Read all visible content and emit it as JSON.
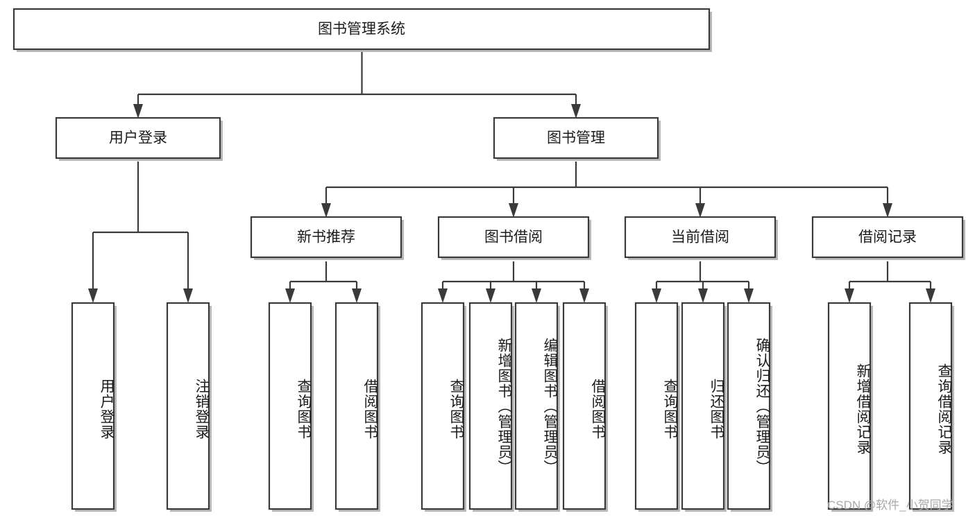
{
  "diagram": {
    "title": "图书管理系统",
    "watermark": "CSDN @软件_小贺同学",
    "colors": {
      "stroke": "#3a3a3a",
      "fill": "#ffffff",
      "text": "#1b1b1b",
      "watermark": "#a8a8a8"
    },
    "root": {
      "label": "图书管理系统",
      "orientation": "horizontal"
    },
    "level2": [
      {
        "label": "用户登录",
        "orientation": "horizontal"
      },
      {
        "label": "图书管理",
        "orientation": "horizontal"
      }
    ],
    "level3": [
      {
        "label": "新书推荐",
        "orientation": "horizontal",
        "parent": "图书管理"
      },
      {
        "label": "图书借阅",
        "orientation": "horizontal",
        "parent": "图书管理"
      },
      {
        "label": "当前借阅",
        "orientation": "horizontal",
        "parent": "图书管理"
      },
      {
        "label": "借阅记录",
        "orientation": "horizontal",
        "parent": "图书管理"
      }
    ],
    "leaves": {
      "user_login": [
        {
          "label": "用户登录",
          "orientation": "vertical"
        },
        {
          "label": "注销登录",
          "orientation": "vertical"
        }
      ],
      "new_book_recommend": [
        {
          "label": "查询图书",
          "orientation": "vertical"
        },
        {
          "label": "借阅图书",
          "orientation": "vertical"
        }
      ],
      "book_borrow": [
        {
          "label": "查询图书",
          "orientation": "vertical"
        },
        {
          "label": "新增图书（管理员）",
          "orientation": "vertical"
        },
        {
          "label": "编辑图书（管理员）",
          "orientation": "vertical"
        },
        {
          "label": "借阅图书",
          "orientation": "vertical"
        }
      ],
      "current_borrow": [
        {
          "label": "查询图书",
          "orientation": "vertical"
        },
        {
          "label": "归还图书",
          "orientation": "vertical"
        },
        {
          "label": "确认归还（管理员）",
          "orientation": "vertical"
        }
      ],
      "borrow_record": [
        {
          "label": "新增借阅记录",
          "orientation": "vertical"
        },
        {
          "label": "查询借阅记录",
          "orientation": "vertical"
        }
      ]
    }
  }
}
